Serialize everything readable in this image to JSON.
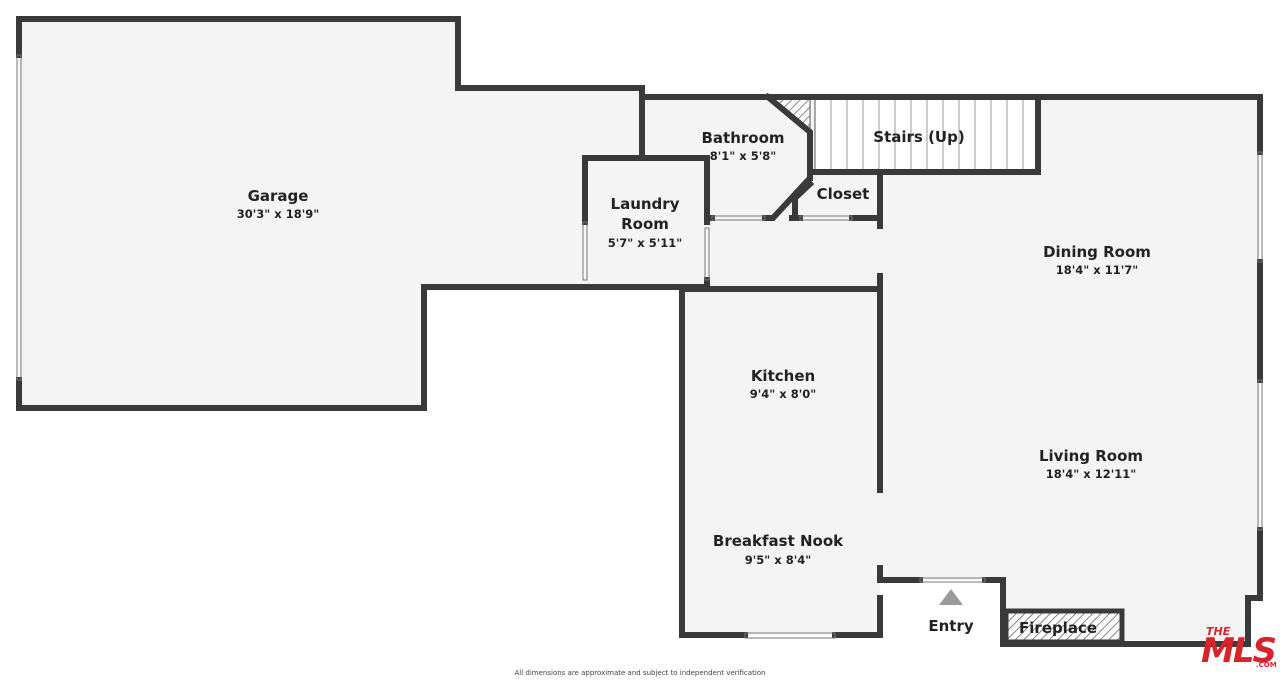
{
  "colors": {
    "wall": "#3a3a3a",
    "floor": "#f4f4f4",
    "background": "#ffffff",
    "logo": "#d8232a"
  },
  "rooms": {
    "garage": {
      "name": "Garage",
      "dimensions": "30'3\" x 18'9\""
    },
    "bathroom": {
      "name": "Bathroom",
      "dimensions": "8'1\" x 5'8\""
    },
    "laundry": {
      "name_line1": "Laundry",
      "name_line2": "Room",
      "dimensions": "5'7\" x 5'11\""
    },
    "stairs": {
      "name": "Stairs (Up)"
    },
    "closet": {
      "name": "Closet"
    },
    "dining": {
      "name": "Dining Room",
      "dimensions": "18'4\" x 11'7\""
    },
    "kitchen": {
      "name": "Kitchen",
      "dimensions": "9'4\" x 8'0\""
    },
    "living": {
      "name": "Living Room",
      "dimensions": "18'4\" x 12'11\""
    },
    "nook": {
      "name": "Breakfast Nook",
      "dimensions": "9'5\" x 8'4\""
    },
    "entry": {
      "name": "Entry"
    },
    "fireplace": {
      "name": "Fireplace"
    }
  },
  "footer": {
    "disclaimer": "All dimensions are approximate and subject to independent verification"
  },
  "logo": {
    "top": "THE",
    "main": "MLS",
    "suffix": ".COM"
  }
}
